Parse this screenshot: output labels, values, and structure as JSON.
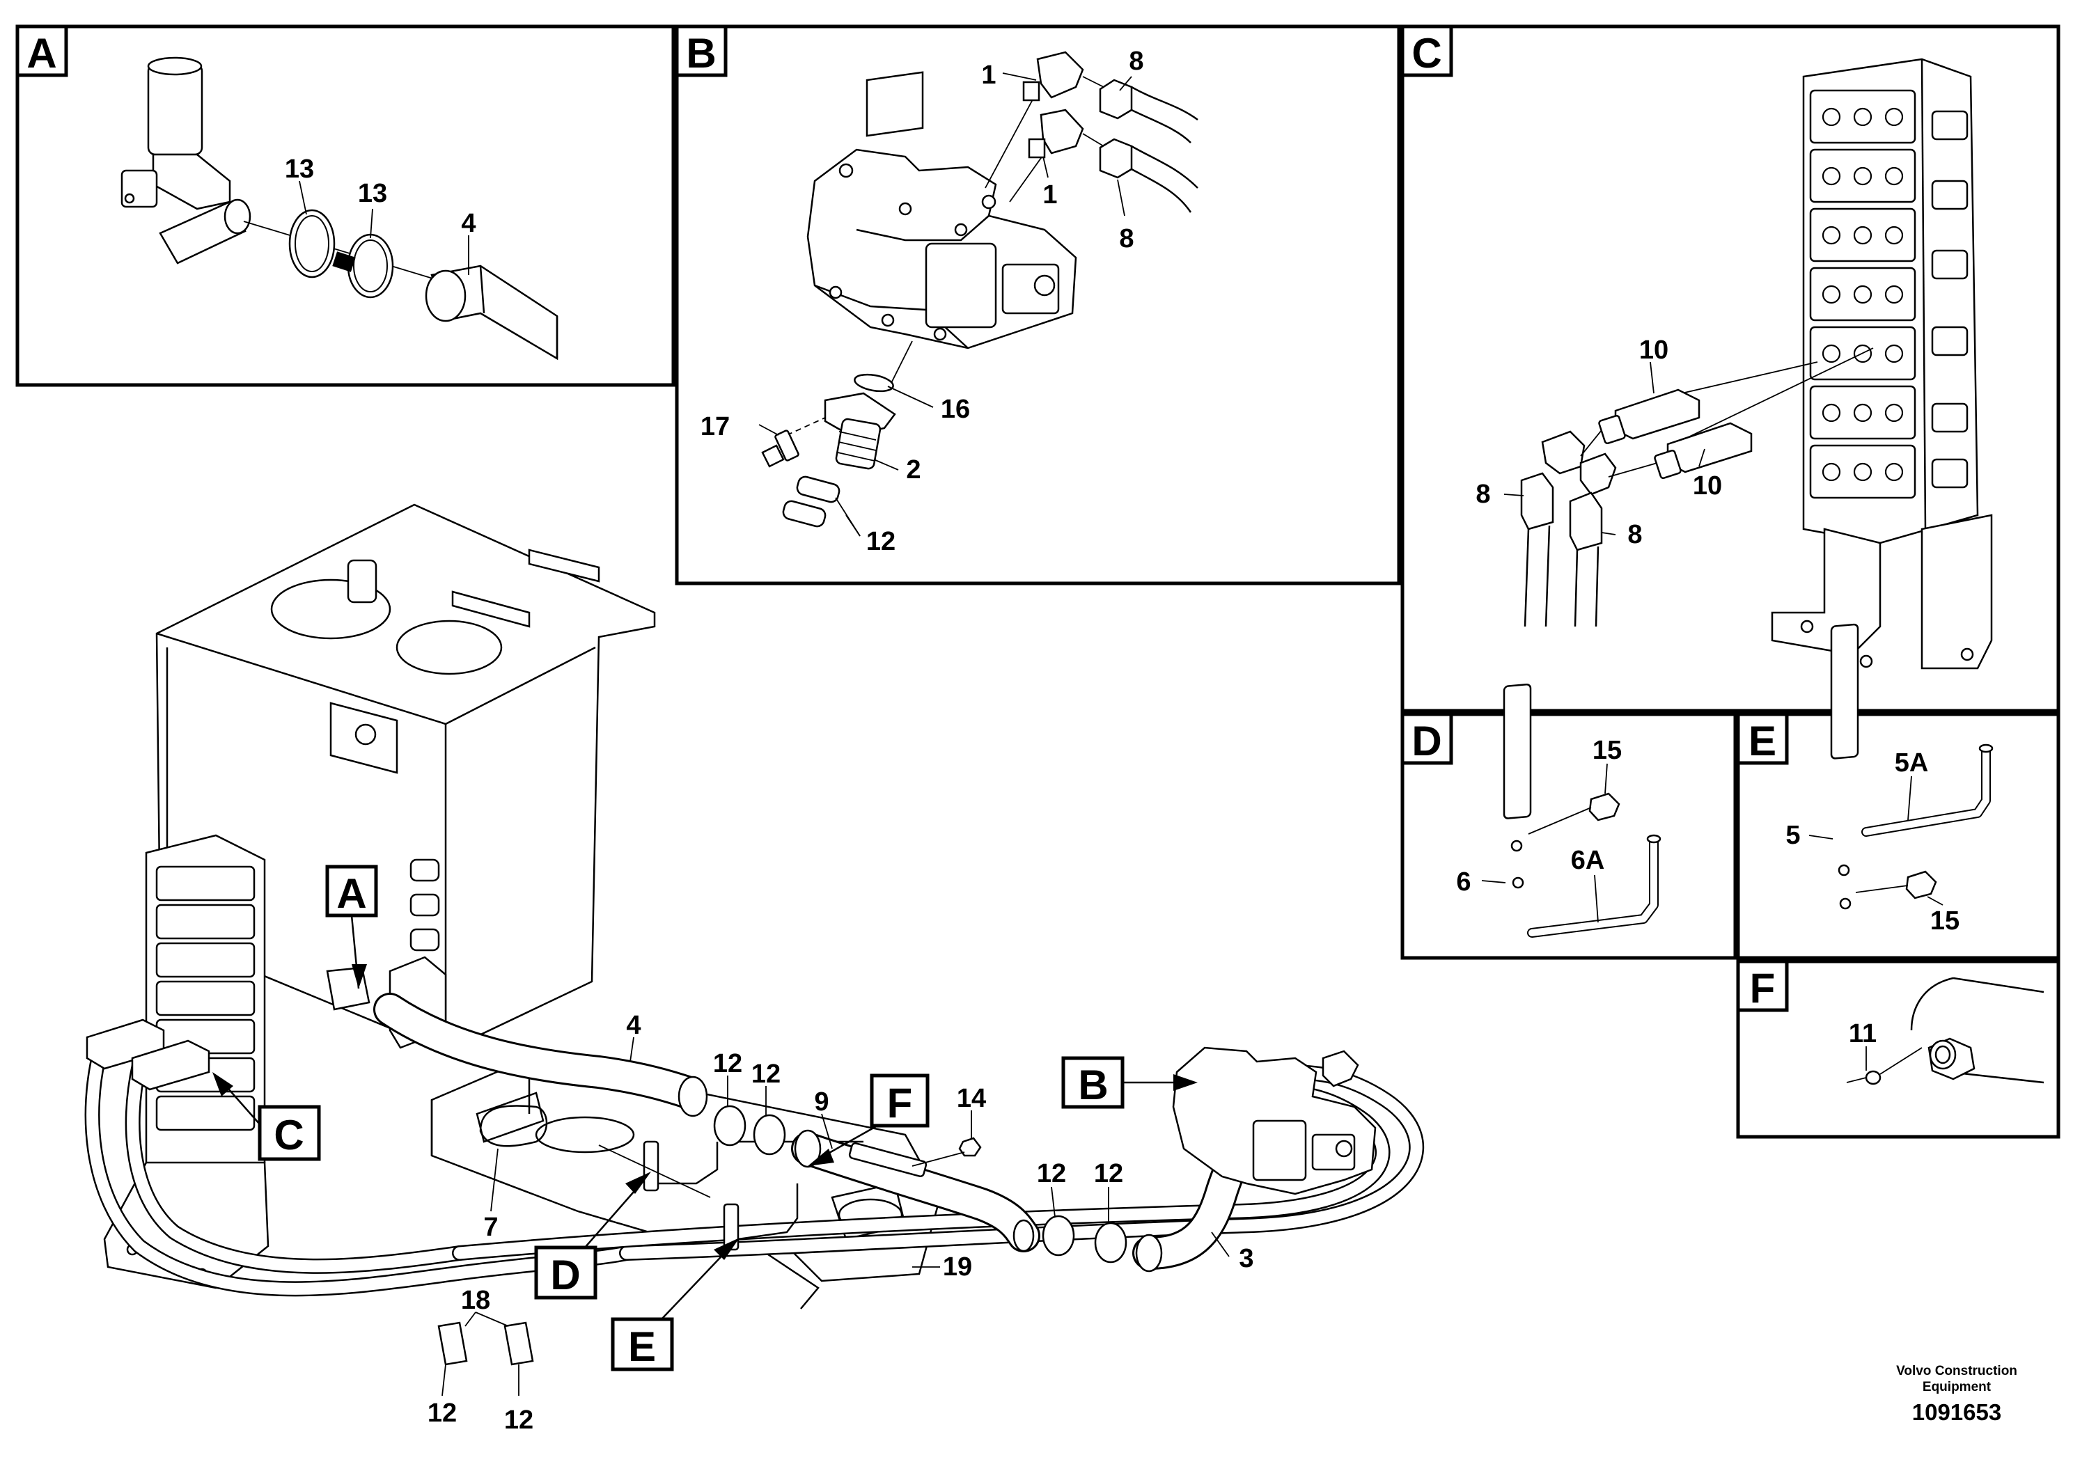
{
  "views": [
    {
      "letter": "A"
    },
    {
      "letter": "B"
    },
    {
      "letter": "C"
    },
    {
      "letter": "D"
    },
    {
      "letter": "E"
    },
    {
      "letter": "F"
    }
  ],
  "main_refs": [
    {
      "letter": "A"
    },
    {
      "letter": "B"
    },
    {
      "letter": "C"
    },
    {
      "letter": "D"
    },
    {
      "letter": "E"
    },
    {
      "letter": "F"
    }
  ],
  "callouts": {
    "view_a": [
      "13",
      "13",
      "4"
    ],
    "view_b": [
      "1",
      "8",
      "1",
      "8",
      "16",
      "17",
      "2",
      "12"
    ],
    "view_c": [
      "10",
      "10",
      "8",
      "8"
    ],
    "view_d": [
      "15",
      "6",
      "6A"
    ],
    "view_e": [
      "5A",
      "5",
      "15"
    ],
    "view_f": [
      "11"
    ],
    "main": [
      "4",
      "12",
      "12",
      "9",
      "14",
      "12",
      "12",
      "3",
      "7",
      "19",
      "18",
      "12",
      "12"
    ]
  },
  "credit": {
    "line1": "Volvo Construction",
    "line2": "Equipment",
    "doc_number": "1091653"
  }
}
